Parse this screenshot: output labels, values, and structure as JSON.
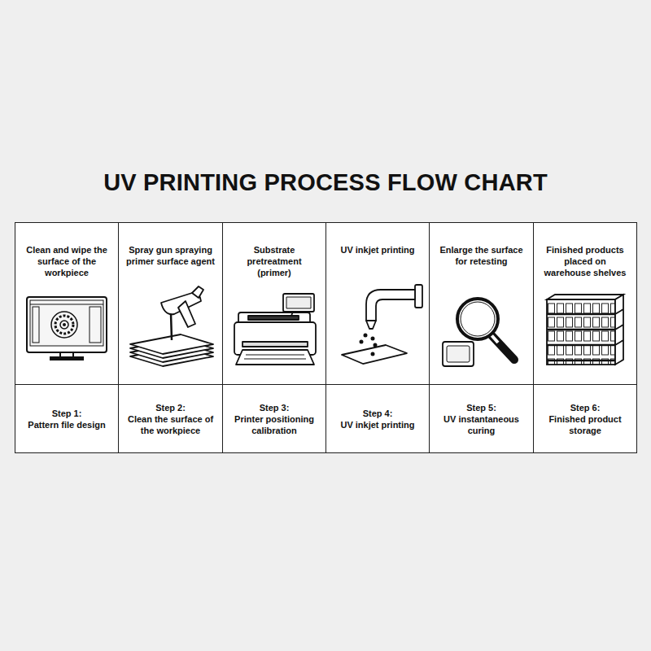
{
  "diagram": {
    "title": "UV PRINTING PROCESS FLOW CHART",
    "nodes": [
      {
        "text": [
          "Clean and wipe the surface of the workpiece"
        ]
      },
      {
        "text": [
          "Spray gun spraying primer surface agent"
        ]
      },
      {
        "text": [
          "Substrate pretreatment (primer)"
        ]
      },
      {
        "text": [
          "UV inkjet printing"
        ]
      },
      {
        "text": [
          "Enlarge the surface for retesting"
        ]
      },
      {
        "text": [
          "Finished products placed on warehouse shelves"
        ]
      },
      {
        "text": [
          "Step 1:",
          "Pattern file design"
        ]
      },
      {
        "text": [
          "Step 2:",
          "Clean the surface of the workpiece"
        ]
      },
      {
        "text": [
          "Step 3:",
          "Printer positioning calibration"
        ]
      },
      {
        "text": [
          "Step 4:",
          "UV inkjet printing"
        ]
      },
      {
        "text": [
          "Step 5:",
          "UV instantaneous curing"
        ]
      },
      {
        "text": [
          "Step 6:",
          "Finished product storage"
        ]
      }
    ]
  }
}
